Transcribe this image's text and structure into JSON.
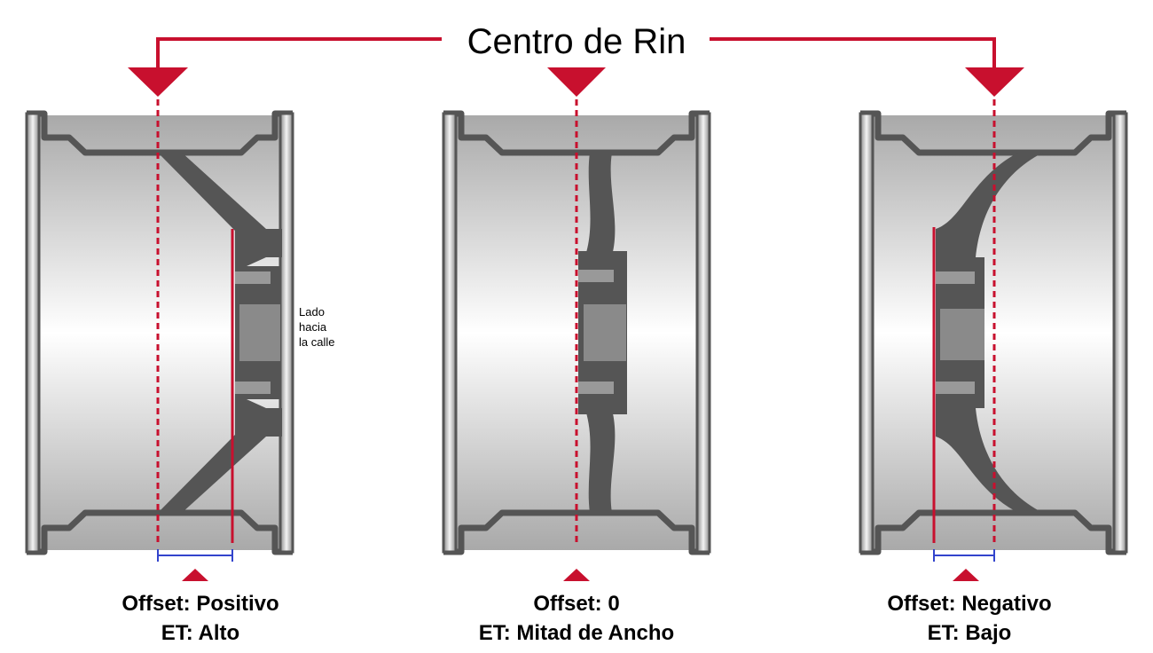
{
  "title": "Centro de Rin",
  "street_side_label": [
    "Lado",
    "hacia",
    "la calle"
  ],
  "wheels": [
    {
      "offset_label": "Offset: Positivo",
      "et_label": "ET: Alto"
    },
    {
      "offset_label": "Offset: 0",
      "et_label": "ET: Mitad de Ancho"
    },
    {
      "offset_label": "Offset: Negativo",
      "et_label": "ET: Bajo"
    }
  ],
  "colors": {
    "accent_red": "#c8102e",
    "measure_blue": "#3344cc",
    "spoke_gray": "#555555",
    "rim_outline": "#555555"
  }
}
